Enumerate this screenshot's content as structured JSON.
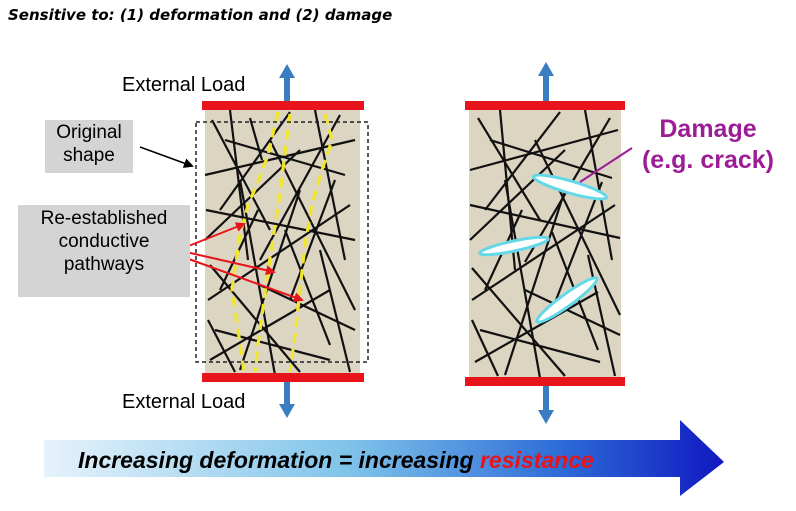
{
  "title": "Sensitive to: (1) deformation and (2) damage",
  "labels": {
    "external_load_top": "External Load",
    "external_load_bottom": "External Load",
    "original_shape_1": "Original",
    "original_shape_2": "shape",
    "reestablished_1": "Re-established",
    "reestablished_2": "conductive",
    "reestablished_3": "pathways",
    "damage_1": "Damage",
    "damage_2": "(e.g. crack)"
  },
  "banner": {
    "text": "Increasing deformation = increasing ",
    "emphasis": "resistance"
  },
  "colors": {
    "plate": "#e8141b",
    "load_arrow": "#3b7dc1",
    "specimen_fill": "#dcd5c2",
    "fiber": "#111111",
    "pathway": "#f2e62a",
    "crack": "#64d8e8",
    "damage_text": "#9c1d96",
    "banner_start": "#e4f2fb",
    "banner_end": "#1122c4"
  }
}
